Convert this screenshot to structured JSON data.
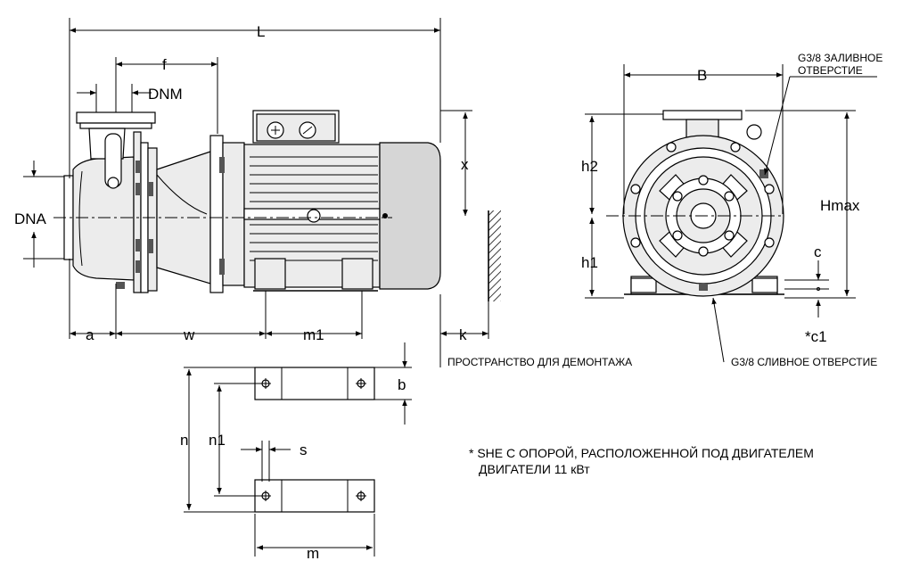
{
  "labels": {
    "L": "L",
    "f": "f",
    "DNM": "DNM",
    "DNA": "DNA",
    "x": "x",
    "a": "a",
    "w": "w",
    "m1": "m1",
    "k": "k",
    "B": "B",
    "h2": "h2",
    "h1": "h1",
    "Hmax": "Hmax",
    "c": "c",
    "c1": "*c1",
    "b": "b",
    "n": "n",
    "n1": "n1",
    "s": "s",
    "m": "m"
  },
  "notes": {
    "fill_port_line1": "G3/8 ЗАЛИВНОЕ",
    "fill_port_line2": "ОТВЕРСТИЕ",
    "drain_port": "G3/8 СЛИВНОЕ ОТВЕРСТИЕ",
    "dismantle_space": "ПРОСТРАНСТВО ДЛЯ ДЕМОНТАЖА",
    "footnote_line1": "* SHE С ОПОРОЙ, РАСПОЛОЖЕННОЙ ПОД ДВИГАТЕЛЕМ",
    "footnote_line2": "ДВИГАТЕЛИ 11 кВт"
  }
}
